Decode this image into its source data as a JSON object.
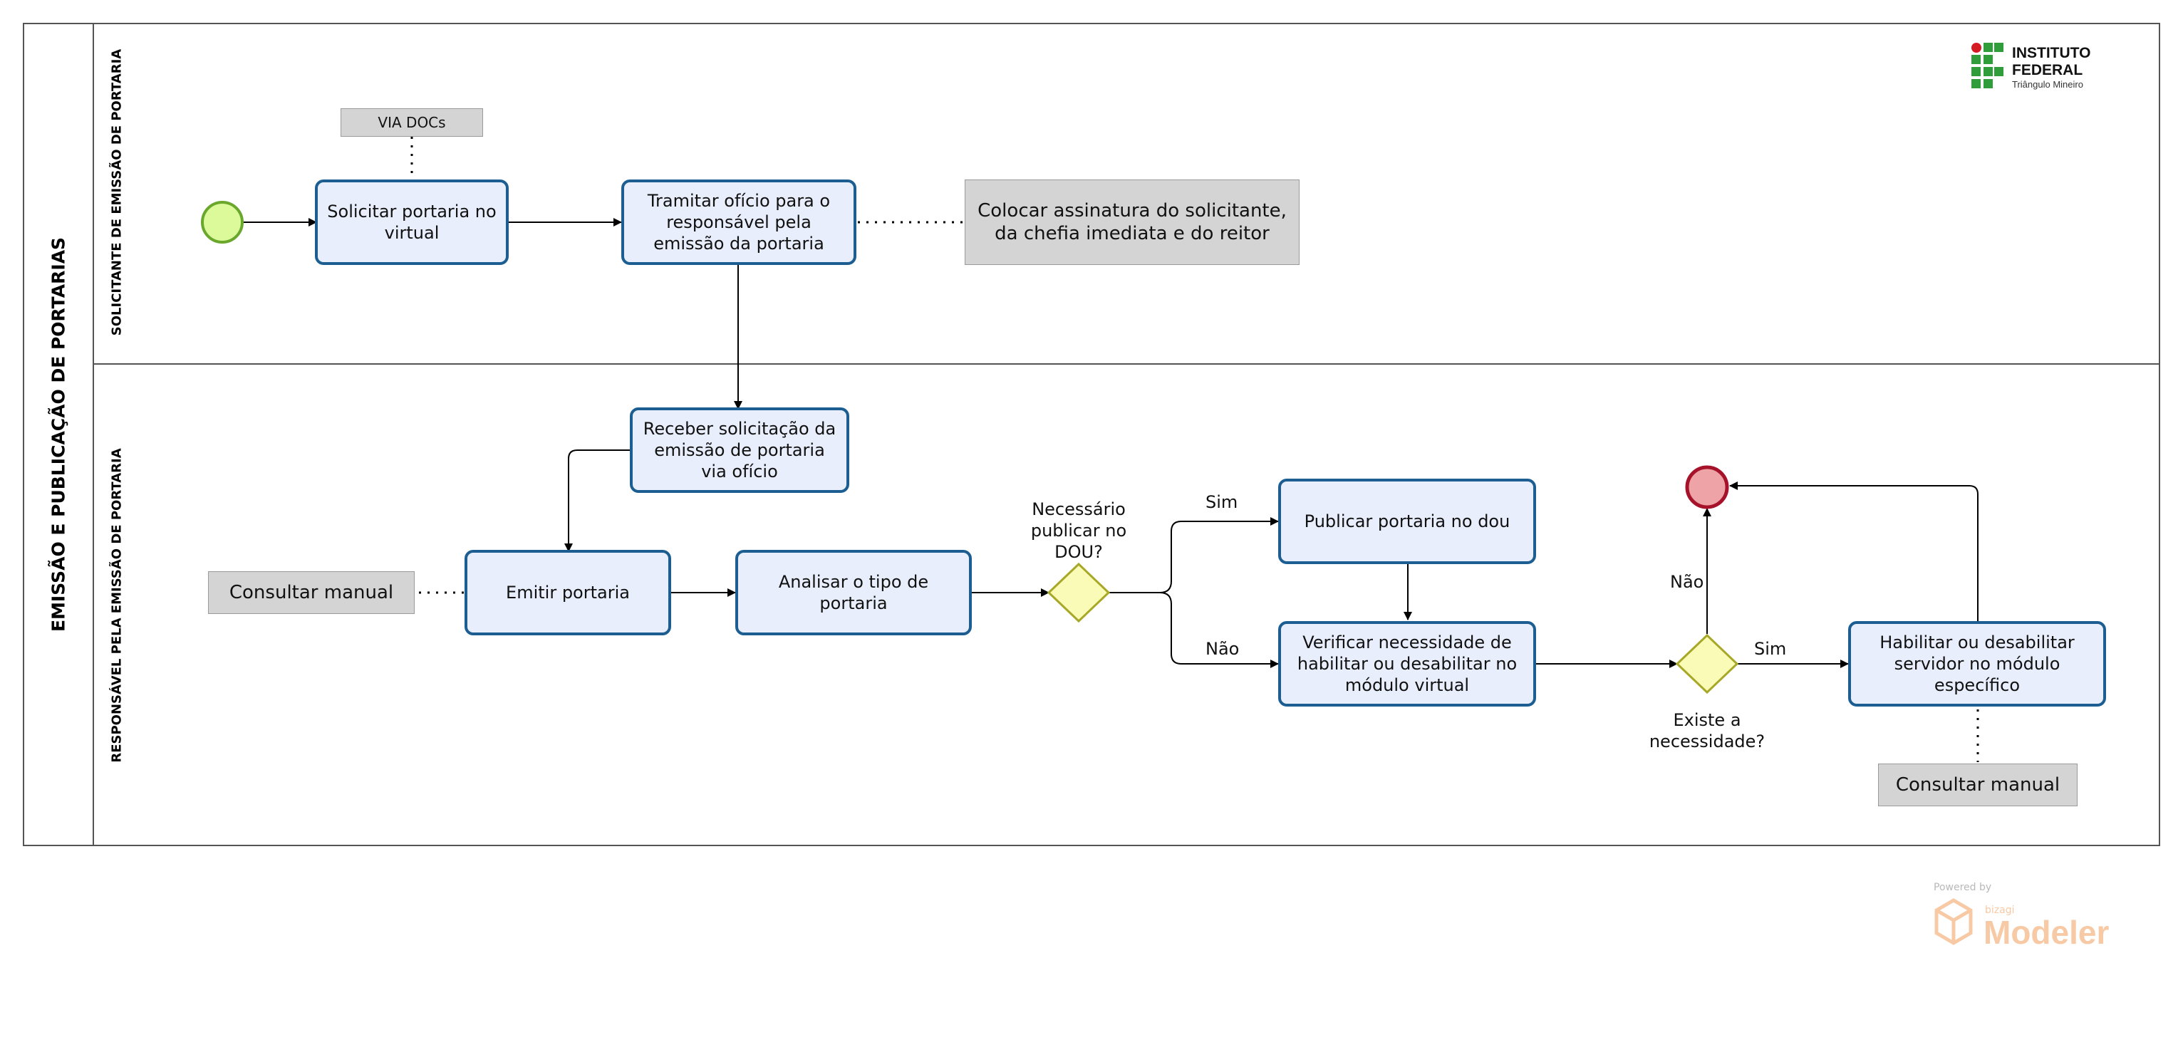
{
  "pool": {
    "title": "EMISSÃO E PUBLICAÇÃO DE PORTARIAS"
  },
  "lanes": [
    {
      "label": "SOLICITANTE DE EMISSÃO DE PORTARIA"
    },
    {
      "label": "RESPONSÁVEL PELA EMISSÃO DE PORTARIA"
    }
  ],
  "tasks": {
    "solicitar": "Solicitar portaria no virtual",
    "tramitar": "Tramitar ofício para o responsável pela emissão da portaria",
    "receber": "Receber solicitação da emissão de portaria via ofício",
    "emitir": "Emitir portaria",
    "analisar": "Analisar o tipo de portaria",
    "publicar": "Publicar portaria no dou",
    "verificar": "Verificar necessidade de habilitar ou desabilitar no módulo virtual",
    "habilitar": "Habilitar ou desabilitar servidor no módulo específico"
  },
  "annotations": {
    "via_docs": "VIA DOCs",
    "assinatura": "Colocar assinatura do solicitante, da chefia imediata e do reitor",
    "consultar_1": "Consultar manual",
    "consultar_2": "Consultar manual"
  },
  "gateways": {
    "dou": "Necessário publicar no DOU?",
    "necessidade": "Existe a necessidade?"
  },
  "flow_labels": {
    "sim_1": "Sim",
    "nao_1": "Não",
    "nao_2": "Não",
    "sim_2": "Sim"
  },
  "colors": {
    "task_fill": "#e9eefc",
    "task_border": "#1c5e91",
    "start_fill": "#dcfa9a",
    "start_border": "#6aa82d",
    "end_fill": "#eea3a7",
    "end_border": "#a5122a",
    "gateway_fill": "#fbfbb8",
    "gateway_border": "#a8a828",
    "annotation_fill": "#d4d4d4"
  },
  "logo": {
    "line1": "INSTITUTO FEDERAL",
    "line2": "Triângulo Mineiro"
  },
  "powered": {
    "small": "Powered by",
    "brand": "bizagi",
    "product": "Modeler"
  }
}
